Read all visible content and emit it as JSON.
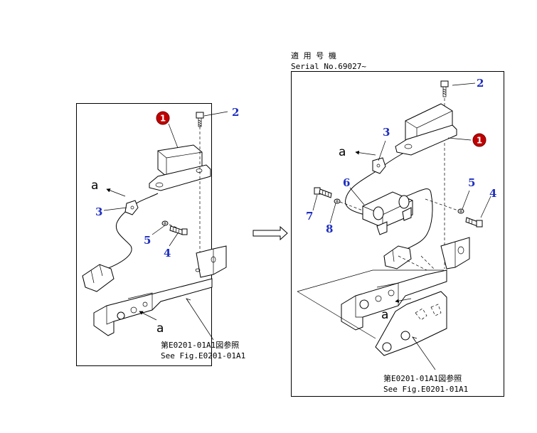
{
  "left_panel": {
    "callouts": {
      "c1": "1",
      "c2": "2",
      "c3": "3",
      "c4": "4",
      "c5": "5"
    },
    "view_marks": {
      "a_top": "a",
      "a_bottom": "a"
    },
    "reference": {
      "line1": "第E0201-01A1図参照",
      "line2": "See Fig.E0201-01A1"
    }
  },
  "right_panel": {
    "header": {
      "line1": "適 用 号 機",
      "line2": "Serial No.69027~"
    },
    "callouts": {
      "c1": "1",
      "c2": "2",
      "c3": "3",
      "c4": "4",
      "c5": "5",
      "c6": "6",
      "c7": "7",
      "c8": "8"
    },
    "view_marks": {
      "a_top": "a",
      "a_bottom": "a"
    },
    "reference": {
      "line1": "第E0201-01A1図参照",
      "line2": "See Fig.E0201-01A1"
    }
  },
  "colors": {
    "callout_number": "#1f2fbf",
    "highlight_circle": "#c00000"
  }
}
